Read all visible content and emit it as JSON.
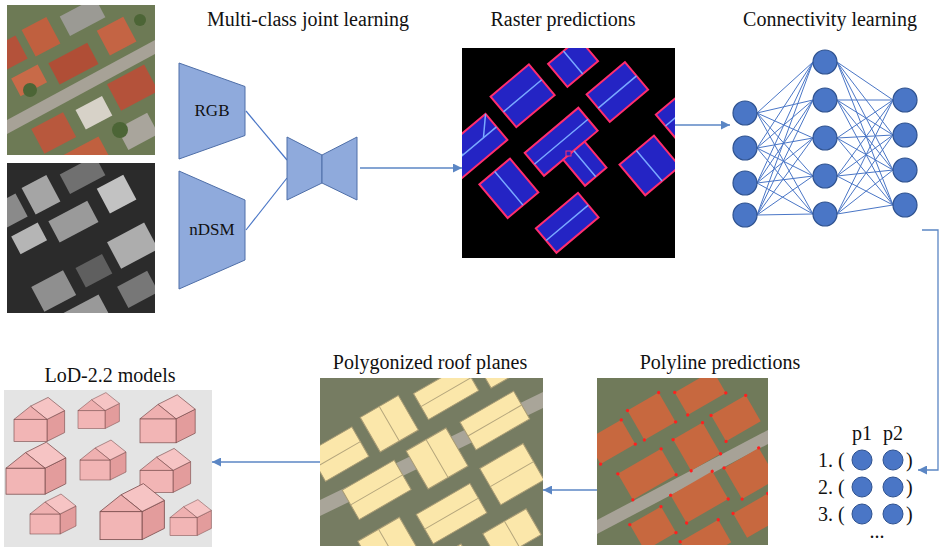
{
  "diagram": {
    "nodes": [
      {
        "text": [
          "Multi-class joint learning"
        ]
      },
      {
        "text": [
          "RGB"
        ],
        "in": 0
      },
      {
        "text": [
          "nDSM"
        ],
        "in": 0
      },
      {
        "text": [
          "Raster predictions"
        ]
      },
      {
        "text": [
          "Connectivity learning"
        ]
      },
      {
        "text": [
          "Polyline predictions"
        ]
      },
      {
        "text": [
          "Polygonized roof planes"
        ]
      },
      {
        "text": [
          "LoD-2.2 models"
        ]
      }
    ],
    "edges": [
      {
        "from": 0,
        "to": 3,
        "arrow": "to"
      },
      {
        "from": 3,
        "to": 4,
        "arrow": "to"
      },
      {
        "from": 4,
        "to": 5,
        "arrow": "to"
      },
      {
        "from": 5,
        "to": 6,
        "arrow": "to"
      },
      {
        "from": 6,
        "to": 7,
        "arrow": "to"
      }
    ],
    "labels": [
      "p1",
      "p2",
      "1. (",
      ")",
      "2. (",
      ")",
      "3. (",
      ")",
      "..."
    ]
  }
}
